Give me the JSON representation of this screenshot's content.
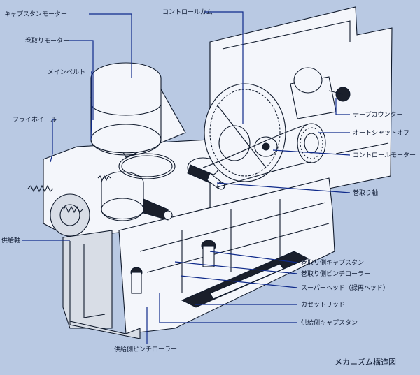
{
  "labels": {
    "capstan_motor": "キャプスタンモーター",
    "takeup_motor": "巻取りモーター",
    "main_belt": "メインベルト",
    "flywheel": "フライホイール",
    "supply_shaft": "供給軸",
    "control_cam": "コントロールカム",
    "tape_counter": "テープカウンター",
    "auto_shutoff": "オートシャットオフ",
    "control_motor": "コントロールモーター",
    "takeup_shaft": "巻取り軸",
    "takeup_capstan": "巻取り側キャプスタン",
    "takeup_pinch_roller": "巻取り側ピンチローラー",
    "super_head": "スーパーヘッド（録再ヘッド）",
    "cassette_lid": "カセットリッド",
    "supply_capstan": "供給側キャプスタン",
    "supply_pinch_roller": "供給側ピンチローラー"
  },
  "caption": "メカニズム構造図"
}
